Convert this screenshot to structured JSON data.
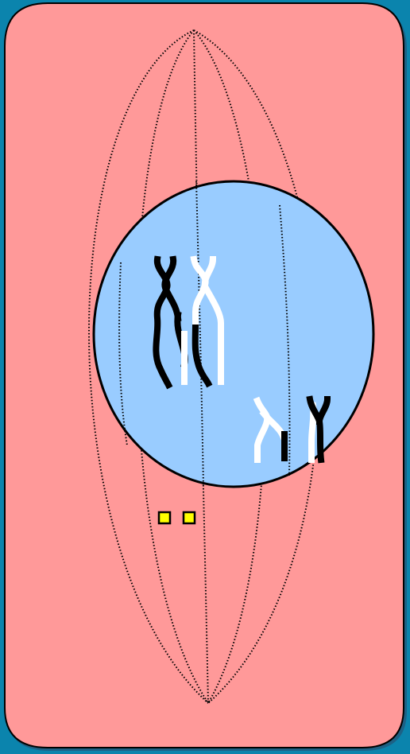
{
  "diagram": {
    "subject": "cell-division-illustration",
    "colors": {
      "background": "#0b84ad",
      "cell_fill": "#ff9999",
      "nucleus_fill": "#99ccff",
      "outline": "#000000",
      "spindle_fiber": "#000000",
      "chromosome_dark": "#000000",
      "chromosome_light": "#ffffff",
      "centriole_fill": "#ffff00"
    },
    "chromosome_count": 4,
    "centriole_count": 2,
    "spindle_fiber_count": 5
  }
}
